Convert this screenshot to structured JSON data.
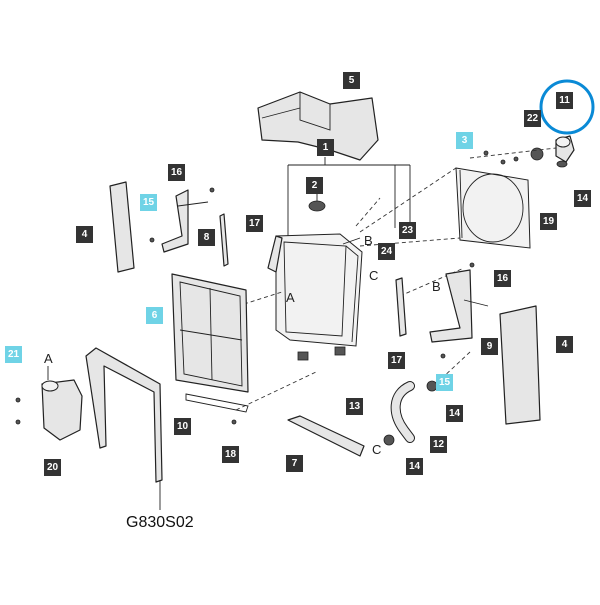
{
  "diagram_code": "G830S02",
  "highlight_color": "#0a8ad6",
  "callout_colors": {
    "standard": "#333333",
    "highlighted": "#6fd3e6"
  },
  "callouts": {
    "c5": "5",
    "c1": "1",
    "c2": "2",
    "c3": "3",
    "c4a": "4",
    "c4b": "4",
    "c6": "6",
    "c7": "7",
    "c8": "8",
    "c9": "9",
    "c10": "10",
    "c11": "11",
    "c12": "12",
    "c13": "13",
    "c14a": "14",
    "c14b": "14",
    "c14c": "14",
    "c15a": "15",
    "c15b": "15",
    "c16a": "16",
    "c16b": "16",
    "c17a": "17",
    "c17b": "17",
    "c18": "18",
    "c19": "19",
    "c20": "20",
    "c21": "21",
    "c22": "22",
    "c23": "23",
    "c24": "24"
  },
  "letters": {
    "a1": "A",
    "a2": "A",
    "b1": "B",
    "b2": "B",
    "c1": "C",
    "c2": "C"
  }
}
